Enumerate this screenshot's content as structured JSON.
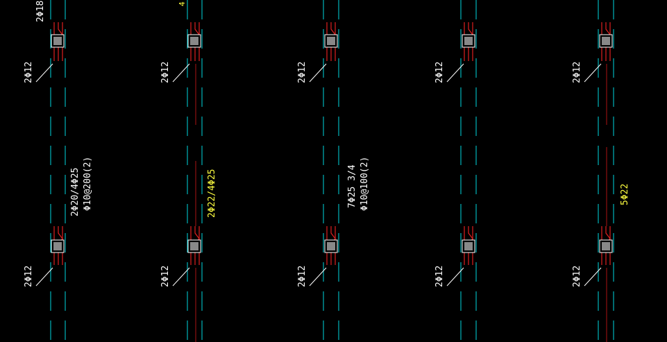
{
  "colors": {
    "background": "#000000",
    "cyan": "#00d8e0",
    "red": "#e02020",
    "white": "#ffffff",
    "yellow": "#ffff40",
    "gray": "#b0b0b0",
    "dark_red": "#901010"
  },
  "columns": [
    {
      "id": "col-1",
      "top_label": "2Φ12",
      "bottom_label": "2Φ12"
    },
    {
      "id": "col-2",
      "top_label": "2Φ12",
      "bottom_label": "2Φ12"
    },
    {
      "id": "col-3",
      "top_label": "2Φ12",
      "bottom_label": "2Φ12"
    },
    {
      "id": "col-4",
      "top_label": "2Φ12",
      "bottom_label": "2Φ12"
    },
    {
      "id": "col-5",
      "top_label": "2Φ12",
      "bottom_label": "2Φ12"
    }
  ],
  "extra_labels": {
    "top_left": "2Φ18",
    "top_small_yellow": "4"
  },
  "beam_annotations": [
    {
      "id": "beam-1",
      "line1": "2Φ20/4Φ25",
      "line2": "Φ10@200(2)"
    },
    {
      "id": "beam-2",
      "line1": "2Φ22/4Φ25"
    },
    {
      "id": "beam-3",
      "line1": "7Φ25 3/4",
      "line2": "Φ10@100(2)"
    },
    {
      "id": "beam-5",
      "line1": "5Φ22"
    }
  ]
}
